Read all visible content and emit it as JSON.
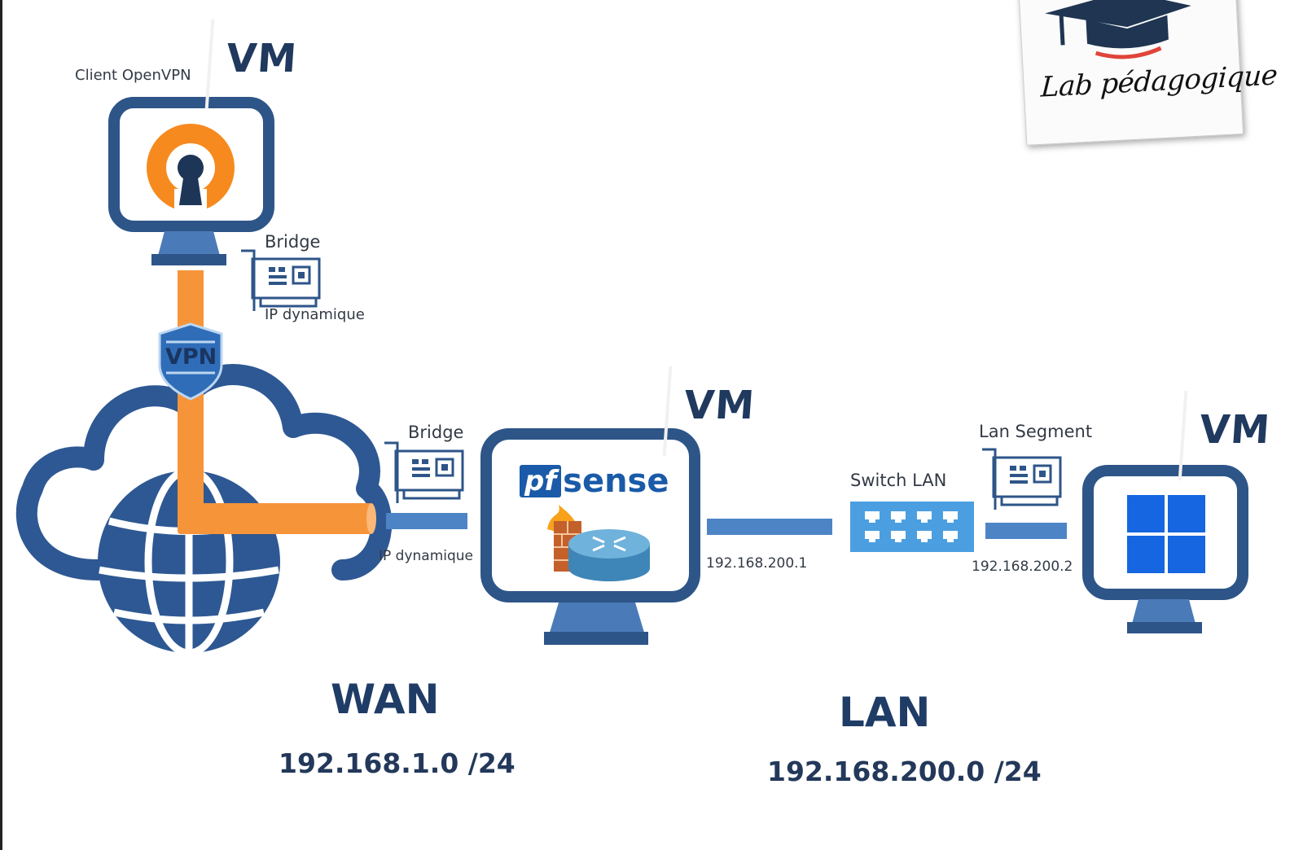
{
  "brand": {
    "lab_label": "Lab pédagogique"
  },
  "labels": {
    "client_openvpn": "Client OpenVPN",
    "vm": "VM",
    "bridge": "Bridge",
    "ip_dynamique": "IP dynamique",
    "vpn": "VPN",
    "switch_lan": "Switch LAN",
    "lan_segment": "Lan Segment",
    "pfsense_pf": "pf",
    "pfsense_sense": "sense",
    "pf_lan_ip": "192.168.200.1",
    "win_lan_ip": "192.168.200.2"
  },
  "zones": {
    "wan_title": "WAN",
    "wan_subnet": "192.168.1.0 /24",
    "lan_title": "LAN",
    "lan_subnet": "192.168.200.0 /24"
  },
  "colors": {
    "navy": "#2a5185",
    "monitor_frame": "#2e5588",
    "orange": "#f6943a",
    "openvpn_orange": "#f68a1e",
    "keyhole": "#1d3557",
    "link_blue": "#4d84c6",
    "switch_blue": "#4b9fe0",
    "windows_blue": "#1566e0",
    "globe": "#2e5893"
  },
  "icons": {
    "openvpn": "openvpn-logo-icon",
    "nic": "network-card-icon",
    "vpn_shield": "vpn-shield-icon",
    "cloud_globe": "cloud-globe-icon",
    "firewall_router": "firewall-router-icon",
    "switch": "switch-icon",
    "windows": "windows-logo-icon",
    "grad_cap": "graduation-cap-icon"
  }
}
